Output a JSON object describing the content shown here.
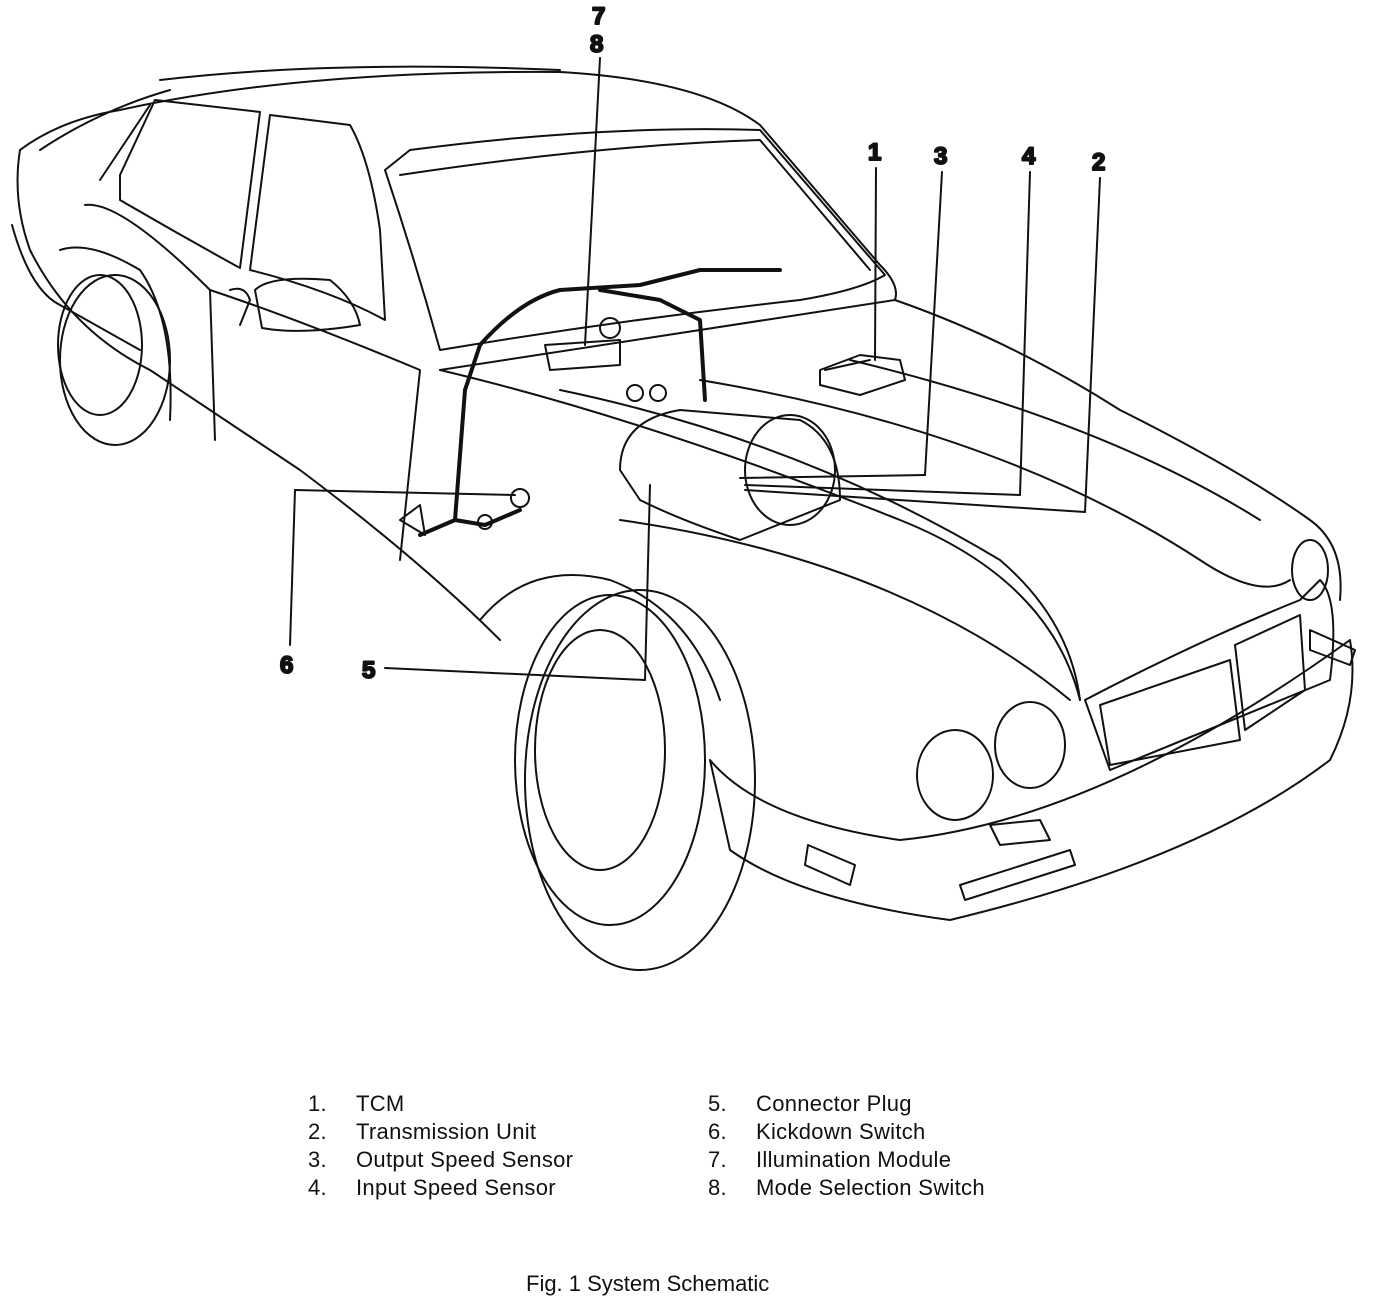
{
  "callouts": {
    "c1": "1",
    "c2": "2",
    "c3": "3",
    "c4": "4",
    "c5": "5",
    "c6": "6",
    "c7": "7",
    "c8": "8"
  },
  "legend": {
    "left": [
      {
        "num": "1.",
        "label": "TCM"
      },
      {
        "num": "2.",
        "label": "Transmission Unit"
      },
      {
        "num": "3.",
        "label": "Output Speed Sensor"
      },
      {
        "num": "4.",
        "label": "Input Speed Sensor"
      }
    ],
    "right": [
      {
        "num": "5.",
        "label": "Connector Plug"
      },
      {
        "num": "6.",
        "label": "Kickdown Switch"
      },
      {
        "num": "7.",
        "label": "Illumination Module"
      },
      {
        "num": "8.",
        "label": "Mode Selection Switch"
      }
    ]
  },
  "caption": "Fig. 1  System Schematic",
  "colors": {
    "line": "#111111",
    "background": "#ffffff"
  }
}
